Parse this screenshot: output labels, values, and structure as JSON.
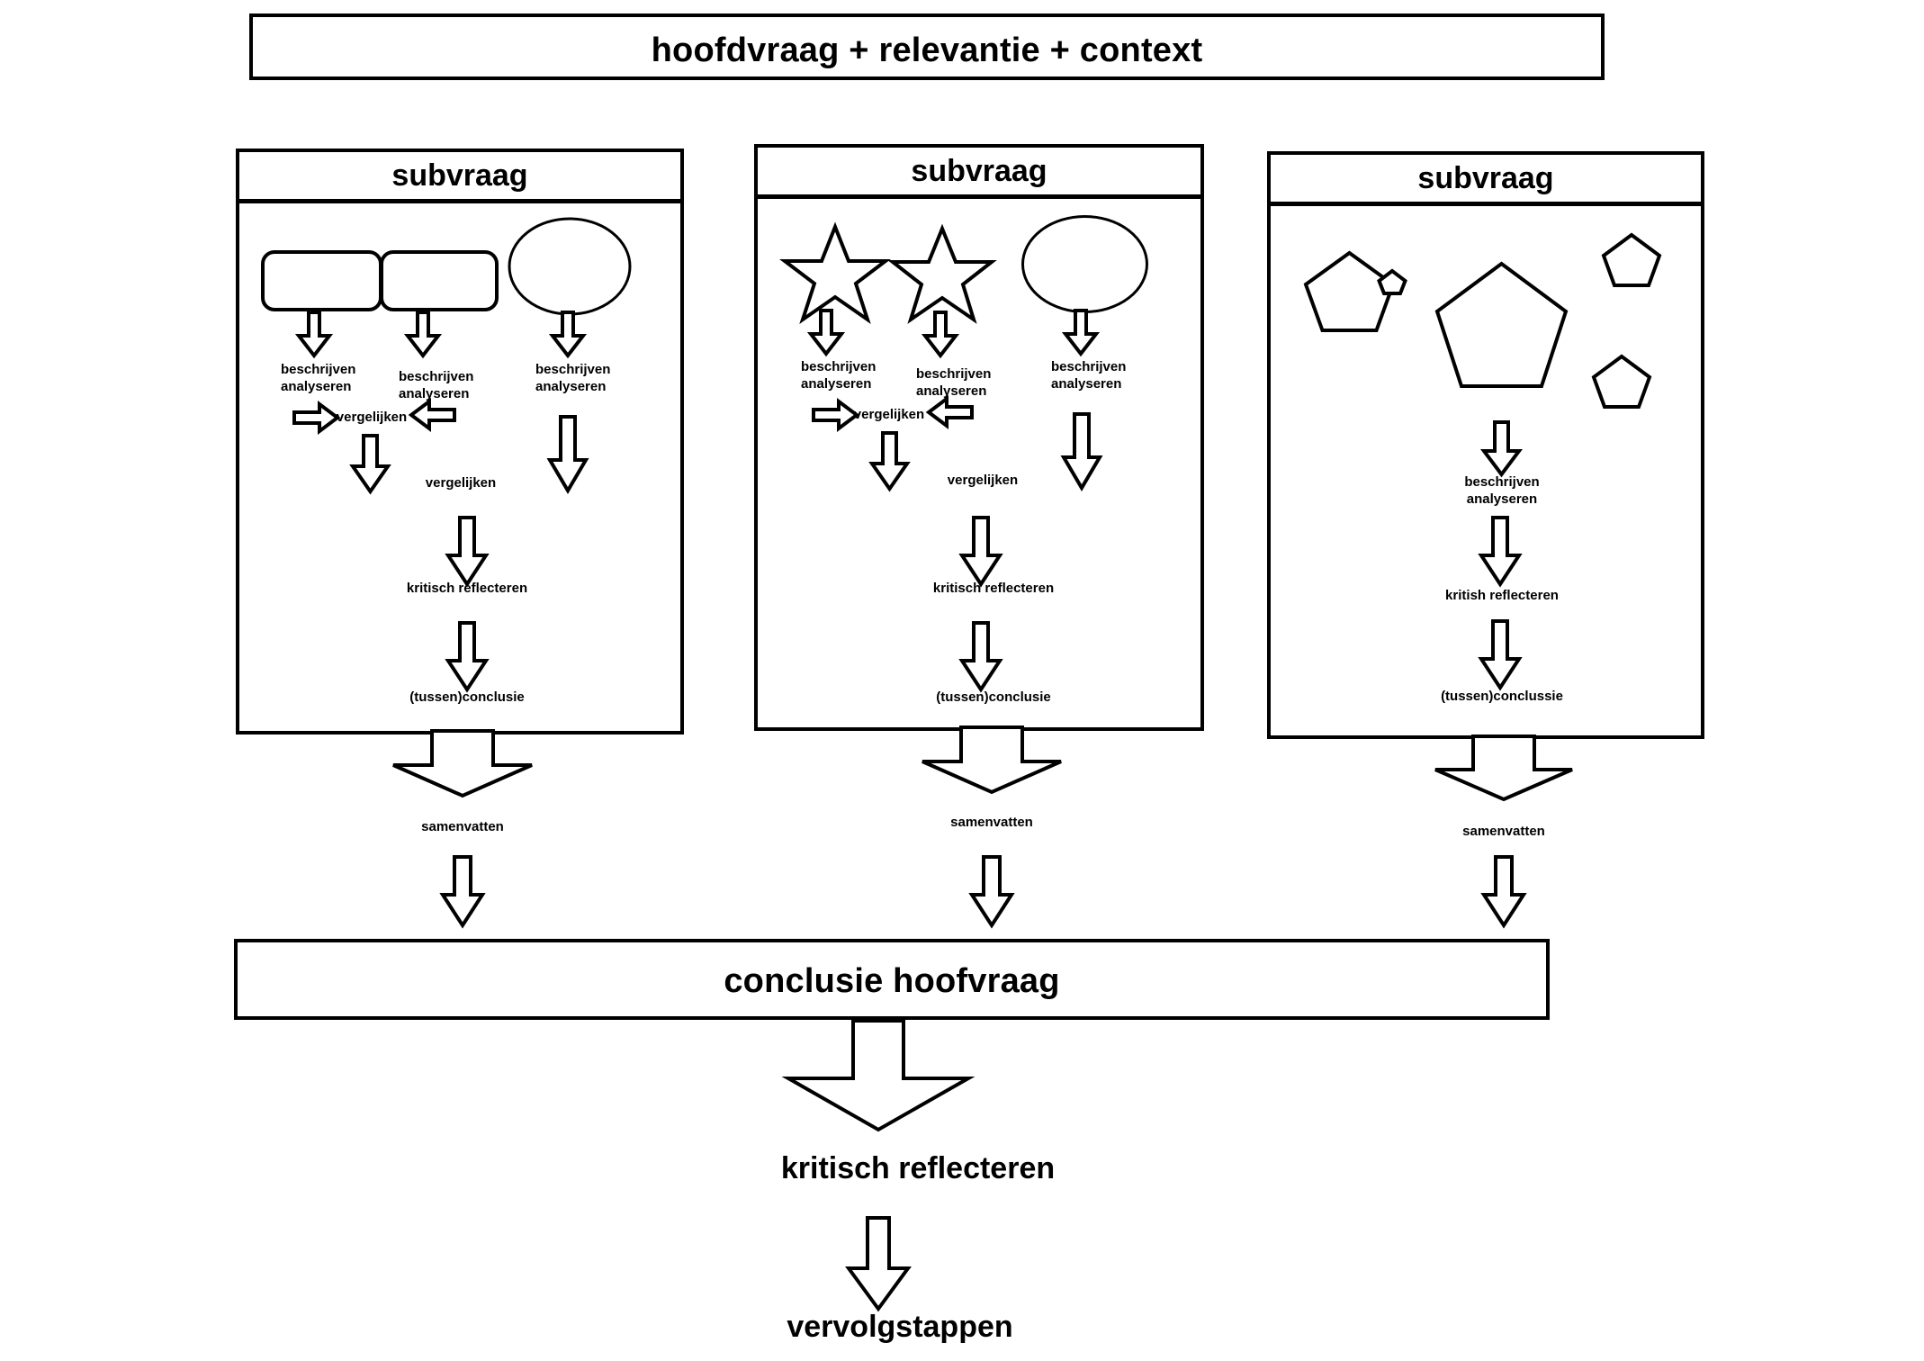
{
  "diagram": {
    "title_bar": {
      "label": "hoofdvraag + relevantie + context"
    },
    "conclusion_bar": {
      "label": "conclusie hoofvraag"
    },
    "footer": {
      "reflect_label": "kritisch reflecteren",
      "next_steps_label": "vervolgstappen"
    },
    "columns": [
      {
        "header": "subvraag",
        "shapes": [
          "rounded-rectangle",
          "rounded-rectangle",
          "ellipse"
        ],
        "steps": {
          "describe_1": "beschrijven\nanalyseren",
          "describe_2": "beschrijven\nanalyseren",
          "describe_3": "beschrijven\nanalyseren",
          "compare_inline": "vergelijken",
          "compare_lower": "vergelijken",
          "reflect": "kritisch reflecteren",
          "conclusion": "(tussen)conclusie"
        },
        "summarize": "samenvatten"
      },
      {
        "header": "subvraag",
        "shapes": [
          "star",
          "star",
          "ellipse"
        ],
        "steps": {
          "describe_1": "beschrijven\nanalyseren",
          "describe_2": "beschrijven\nanalyseren",
          "describe_3": "beschrijven\nanalyseren",
          "compare_inline": "vergelijken",
          "compare_lower": "vergelijken",
          "reflect": "kritisch reflecteren",
          "conclusion": "(tussen)conclusie"
        },
        "summarize": "samenvatten"
      },
      {
        "header": "subvraag",
        "shapes": [
          "pentagon",
          "pentagon",
          "pentagon",
          "pentagon",
          "pentagon"
        ],
        "steps": {
          "describe_1": "beschrijven\nanalyseren",
          "reflect": "kritish reflecteren",
          "conclusion": "(tussen)conclussie"
        },
        "summarize": "samenvatten"
      }
    ],
    "colors": {
      "stroke": "#000000",
      "fill": "#ffffff",
      "background": "#ffffff"
    }
  }
}
